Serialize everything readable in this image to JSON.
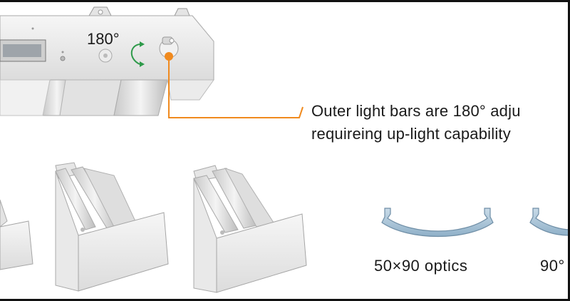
{
  "top_view": {
    "rotation_label": "180°"
  },
  "callout": {
    "line1": "Outer light bars are 180° adju",
    "line2": "requireing up-light capability"
  },
  "optics": [
    {
      "label": "50×90  optics"
    },
    {
      "label": "90°"
    }
  ],
  "colors": {
    "callout_line": "#f08a1e",
    "callout_dot": "#f08a1e",
    "rotation_arrow": "#2e9a4a",
    "housing": "#e9e9e9",
    "optic_lens": "#a9c3d6",
    "border": "#111111"
  }
}
